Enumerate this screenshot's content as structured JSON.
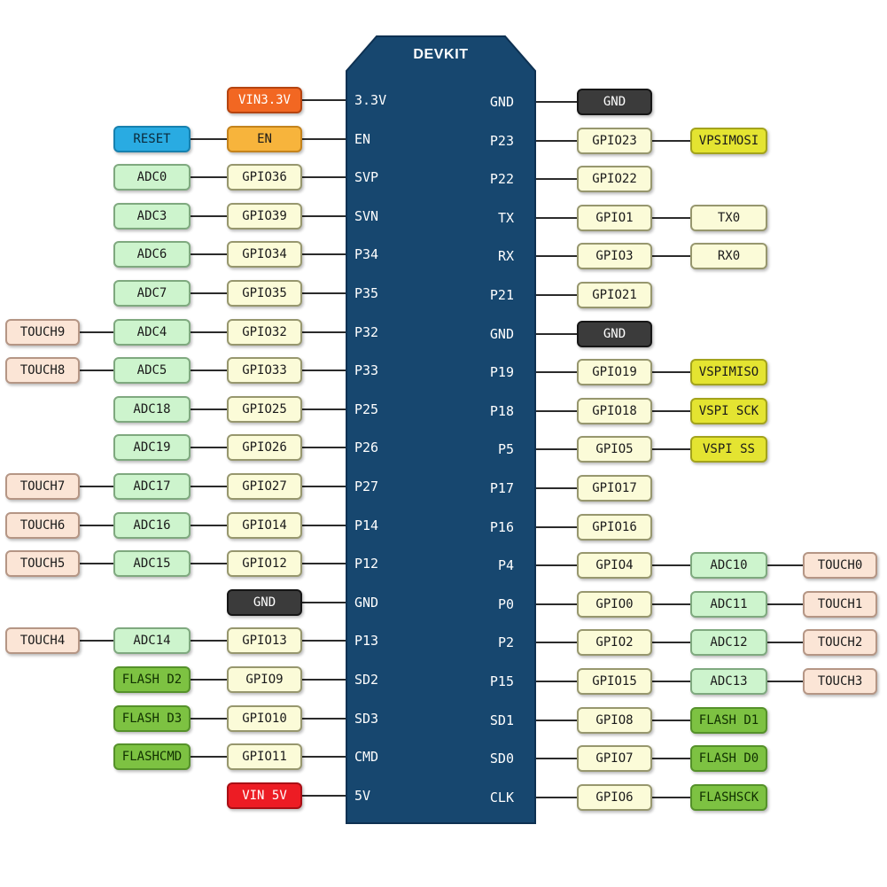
{
  "title": "DEVKIT",
  "palette": {
    "chip_fill": "#17476F",
    "chip_border": "#0E3152",
    "line": "#2B2B2B",
    "types": {
      "gpio": {
        "bg": "#FBFBD8",
        "border": "#97976E",
        "text": "#1A1A1A"
      },
      "adc": {
        "bg": "#CDF4CD",
        "border": "#7FA97F",
        "text": "#1A1A1A"
      },
      "touch": {
        "bg": "#FBE5D6",
        "border": "#B59685",
        "text": "#1A1A1A"
      },
      "vspi": {
        "bg": "#E4E431",
        "border": "#A3A31C",
        "text": "#1A1A1A"
      },
      "flash": {
        "bg": "#7DC242",
        "border": "#55912A",
        "text": "#103000"
      },
      "gnd": {
        "bg": "#3B3B3B",
        "border": "#161616",
        "text": "#FFFFFF"
      },
      "power33": {
        "bg": "#F26722",
        "border": "#B54410",
        "text": "#FFFFFF"
      },
      "power5": {
        "bg": "#ED1C24",
        "border": "#A80F15",
        "text": "#FFFFFF"
      },
      "reset": {
        "bg": "#29ABE2",
        "border": "#1781AF",
        "text": "#0B2A3A"
      },
      "en": {
        "bg": "#F7B43C",
        "border": "#C4831C",
        "text": "#1A1A1A"
      }
    }
  },
  "left_rows": [
    {
      "pin": "3.3V",
      "boxes": [
        {
          "label": "VIN3.3V",
          "type": "power33"
        }
      ]
    },
    {
      "pin": "EN",
      "boxes": [
        {
          "label": "EN",
          "type": "en"
        },
        {
          "label": "RESET",
          "type": "reset"
        }
      ]
    },
    {
      "pin": "SVP",
      "boxes": [
        {
          "label": "GPIO36",
          "type": "gpio"
        },
        {
          "label": "ADC0",
          "type": "adc"
        }
      ]
    },
    {
      "pin": "SVN",
      "boxes": [
        {
          "label": "GPIO39",
          "type": "gpio"
        },
        {
          "label": "ADC3",
          "type": "adc"
        }
      ]
    },
    {
      "pin": "P34",
      "boxes": [
        {
          "label": "GPIO34",
          "type": "gpio"
        },
        {
          "label": "ADC6",
          "type": "adc"
        }
      ]
    },
    {
      "pin": "P35",
      "boxes": [
        {
          "label": "GPIO35",
          "type": "gpio"
        },
        {
          "label": "ADC7",
          "type": "adc"
        }
      ]
    },
    {
      "pin": "P32",
      "boxes": [
        {
          "label": "GPIO32",
          "type": "gpio"
        },
        {
          "label": "ADC4",
          "type": "adc"
        },
        {
          "label": "TOUCH9",
          "type": "touch"
        }
      ]
    },
    {
      "pin": "P33",
      "boxes": [
        {
          "label": "GPIO33",
          "type": "gpio"
        },
        {
          "label": "ADC5",
          "type": "adc"
        },
        {
          "label": "TOUCH8",
          "type": "touch"
        }
      ]
    },
    {
      "pin": "P25",
      "boxes": [
        {
          "label": "GPIO25",
          "type": "gpio"
        },
        {
          "label": "ADC18",
          "type": "adc"
        }
      ]
    },
    {
      "pin": "P26",
      "boxes": [
        {
          "label": "GPIO26",
          "type": "gpio"
        },
        {
          "label": "ADC19",
          "type": "adc"
        }
      ]
    },
    {
      "pin": "P27",
      "boxes": [
        {
          "label": "GPIO27",
          "type": "gpio"
        },
        {
          "label": "ADC17",
          "type": "adc"
        },
        {
          "label": "TOUCH7",
          "type": "touch"
        }
      ]
    },
    {
      "pin": "P14",
      "boxes": [
        {
          "label": "GPIO14",
          "type": "gpio"
        },
        {
          "label": "ADC16",
          "type": "adc"
        },
        {
          "label": "TOUCH6",
          "type": "touch"
        }
      ]
    },
    {
      "pin": "P12",
      "boxes": [
        {
          "label": "GPIO12",
          "type": "gpio"
        },
        {
          "label": "ADC15",
          "type": "adc"
        },
        {
          "label": "TOUCH5",
          "type": "touch"
        }
      ]
    },
    {
      "pin": "GND",
      "boxes": [
        {
          "label": "GND",
          "type": "gnd"
        }
      ]
    },
    {
      "pin": "P13",
      "boxes": [
        {
          "label": "GPIO13",
          "type": "gpio"
        },
        {
          "label": "ADC14",
          "type": "adc"
        },
        {
          "label": "TOUCH4",
          "type": "touch"
        }
      ]
    },
    {
      "pin": "SD2",
      "boxes": [
        {
          "label": "GPIO9",
          "type": "gpio"
        },
        {
          "label": "FLASH D2",
          "type": "flash"
        }
      ]
    },
    {
      "pin": "SD3",
      "boxes": [
        {
          "label": "GPIO10",
          "type": "gpio"
        },
        {
          "label": "FLASH D3",
          "type": "flash"
        }
      ]
    },
    {
      "pin": "CMD",
      "boxes": [
        {
          "label": "GPIO11",
          "type": "gpio"
        },
        {
          "label": "FLASHCMD",
          "type": "flash"
        }
      ]
    },
    {
      "pin": "5V",
      "boxes": [
        {
          "label": "VIN 5V",
          "type": "power5"
        }
      ]
    }
  ],
  "right_rows": [
    {
      "pin": "GND",
      "boxes": [
        {
          "label": "GND",
          "type": "gnd"
        }
      ]
    },
    {
      "pin": "P23",
      "boxes": [
        {
          "label": "GPIO23",
          "type": "gpio"
        },
        {
          "label": "VPSIMOSI",
          "type": "vspi"
        }
      ]
    },
    {
      "pin": "P22",
      "boxes": [
        {
          "label": "GPIO22",
          "type": "gpio"
        }
      ]
    },
    {
      "pin": "TX",
      "boxes": [
        {
          "label": "GPIO1",
          "type": "gpio"
        },
        {
          "label": "TX0",
          "type": "gpio"
        }
      ]
    },
    {
      "pin": "RX",
      "boxes": [
        {
          "label": "GPIO3",
          "type": "gpio"
        },
        {
          "label": "RX0",
          "type": "gpio"
        }
      ]
    },
    {
      "pin": "P21",
      "boxes": [
        {
          "label": "GPIO21",
          "type": "gpio"
        }
      ]
    },
    {
      "pin": "GND",
      "boxes": [
        {
          "label": "GND",
          "type": "gnd"
        }
      ]
    },
    {
      "pin": "P19",
      "boxes": [
        {
          "label": "GPIO19",
          "type": "gpio"
        },
        {
          "label": "VSPIMISO",
          "type": "vspi"
        }
      ]
    },
    {
      "pin": "P18",
      "boxes": [
        {
          "label": "GPIO18",
          "type": "gpio"
        },
        {
          "label": "VSPI SCK",
          "type": "vspi"
        }
      ]
    },
    {
      "pin": "P5",
      "boxes": [
        {
          "label": "GPIO5",
          "type": "gpio"
        },
        {
          "label": "VSPI SS",
          "type": "vspi"
        }
      ]
    },
    {
      "pin": "P17",
      "boxes": [
        {
          "label": "GPIO17",
          "type": "gpio"
        }
      ]
    },
    {
      "pin": "P16",
      "boxes": [
        {
          "label": "GPIO16",
          "type": "gpio"
        }
      ]
    },
    {
      "pin": "P4",
      "boxes": [
        {
          "label": "GPIO4",
          "type": "gpio"
        },
        {
          "label": "ADC10",
          "type": "adc"
        },
        {
          "label": "TOUCH0",
          "type": "touch"
        }
      ]
    },
    {
      "pin": "P0",
      "boxes": [
        {
          "label": "GPIO0",
          "type": "gpio"
        },
        {
          "label": "ADC11",
          "type": "adc"
        },
        {
          "label": "TOUCH1",
          "type": "touch"
        }
      ]
    },
    {
      "pin": "P2",
      "boxes": [
        {
          "label": "GPIO2",
          "type": "gpio"
        },
        {
          "label": "ADC12",
          "type": "adc"
        },
        {
          "label": "TOUCH2",
          "type": "touch"
        }
      ]
    },
    {
      "pin": "P15",
      "boxes": [
        {
          "label": "GPIO15",
          "type": "gpio"
        },
        {
          "label": "ADC13",
          "type": "adc"
        },
        {
          "label": "TOUCH3",
          "type": "touch"
        }
      ]
    },
    {
      "pin": "SD1",
      "boxes": [
        {
          "label": "GPIO8",
          "type": "gpio"
        },
        {
          "label": "FLASH D1",
          "type": "flash"
        }
      ]
    },
    {
      "pin": "SD0",
      "boxes": [
        {
          "label": "GPIO7",
          "type": "gpio"
        },
        {
          "label": "FLASH D0",
          "type": "flash"
        }
      ]
    },
    {
      "pin": "CLK",
      "boxes": [
        {
          "label": "GPIO6",
          "type": "gpio"
        },
        {
          "label": "FLASHSCK",
          "type": "flash"
        }
      ]
    }
  ]
}
